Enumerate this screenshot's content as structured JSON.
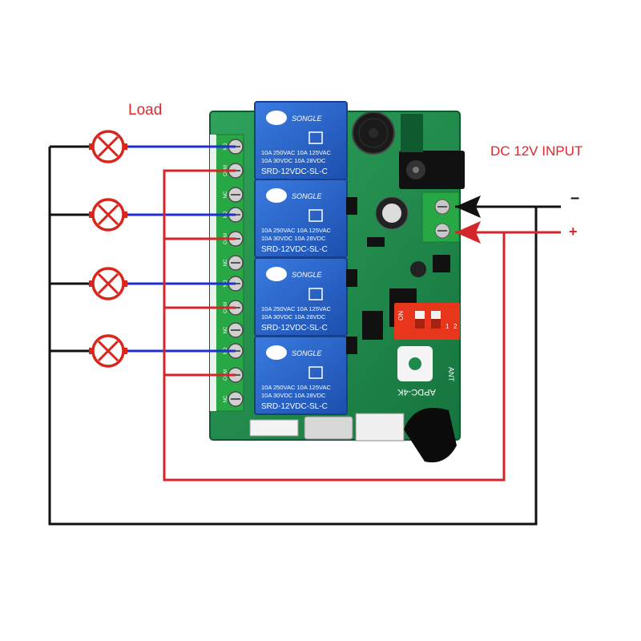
{
  "labels": {
    "load": "Load",
    "dc_input": "DC 12V INPUT",
    "minus": "–",
    "plus": "+"
  },
  "relays": [
    {
      "brand": "SONGLE",
      "rating1": "10A 250VAC  10A 125VAC",
      "rating2": "10A  30VDC  10A  28VDC",
      "model": "SRD-12VDC-SL-C"
    },
    {
      "brand": "SONGLE",
      "rating1": "10A 250VAC  10A 125VAC",
      "rating2": "10A  30VDC  10A  28VDC",
      "model": "SRD-12VDC-SL-C"
    },
    {
      "brand": "SONGLE",
      "rating1": "10A 250VAC  10A 125VAC",
      "rating2": "10A  30VDC  10A  28VDC",
      "model": "SRD-12VDC-SL-C"
    },
    {
      "brand": "SONGLE",
      "rating1": "10A 250VAC  10A 125VAC",
      "rating2": "10A  30VDC  10A  28VDC",
      "model": "SRD-12VDC-SL-C"
    }
  ],
  "board": {
    "model": "APDC-4K",
    "antenna": "ANT",
    "dip_on": "ON",
    "dip_1": "1",
    "dip_2": "2"
  },
  "terminal_labels": [
    "NO",
    "COM",
    "NC",
    "NO",
    "COM",
    "NC",
    "NO",
    "COM",
    "NC",
    "NO",
    "COM",
    "NC"
  ],
  "colors": {
    "wire_black": "#111111",
    "wire_blue": "#1f2fd0",
    "wire_red": "#d4262a",
    "board_green": "#1d8a4c",
    "relay_blue": "#2563c9",
    "lamp_red": "#d9261c"
  }
}
